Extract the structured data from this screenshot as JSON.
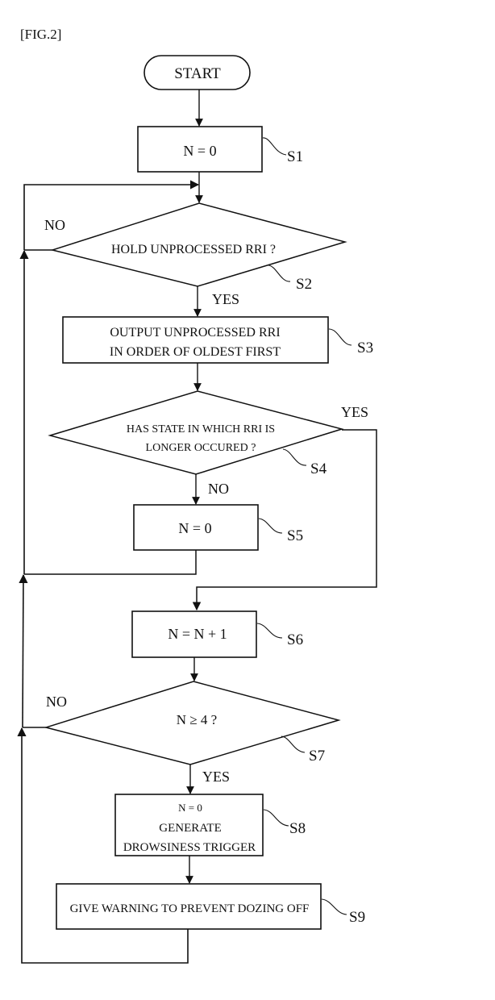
{
  "figure_label": "[FIG.2]",
  "start": {
    "label": "START"
  },
  "steps": {
    "s1": {
      "lines": [
        "N = 0"
      ],
      "ref": "S1"
    },
    "s2": {
      "lines": [
        "HOLD UNPROCESSED RRI ?"
      ],
      "ref": "S2",
      "yes": "YES",
      "no": "NO"
    },
    "s3": {
      "lines": [
        "OUTPUT UNPROCESSED RRI",
        "IN ORDER OF OLDEST FIRST"
      ],
      "ref": "S3"
    },
    "s4": {
      "lines": [
        "HAS STATE IN WHICH RRI IS",
        "LONGER OCCURED ?"
      ],
      "ref": "S4",
      "yes": "YES",
      "no": "NO"
    },
    "s5": {
      "lines": [
        "N = 0"
      ],
      "ref": "S5"
    },
    "s6": {
      "lines": [
        "N = N + 1"
      ],
      "ref": "S6"
    },
    "s7": {
      "lines": [
        "N ≥ 4 ?"
      ],
      "ref": "S7",
      "yes": "YES",
      "no": "NO"
    },
    "s8": {
      "lines": [
        "N = 0",
        "GENERATE",
        "DROWSINESS TRIGGER"
      ],
      "ref": "S8"
    },
    "s9": {
      "lines": [
        "GIVE WARNING TO PREVENT DOZING OFF"
      ],
      "ref": "S9"
    }
  }
}
